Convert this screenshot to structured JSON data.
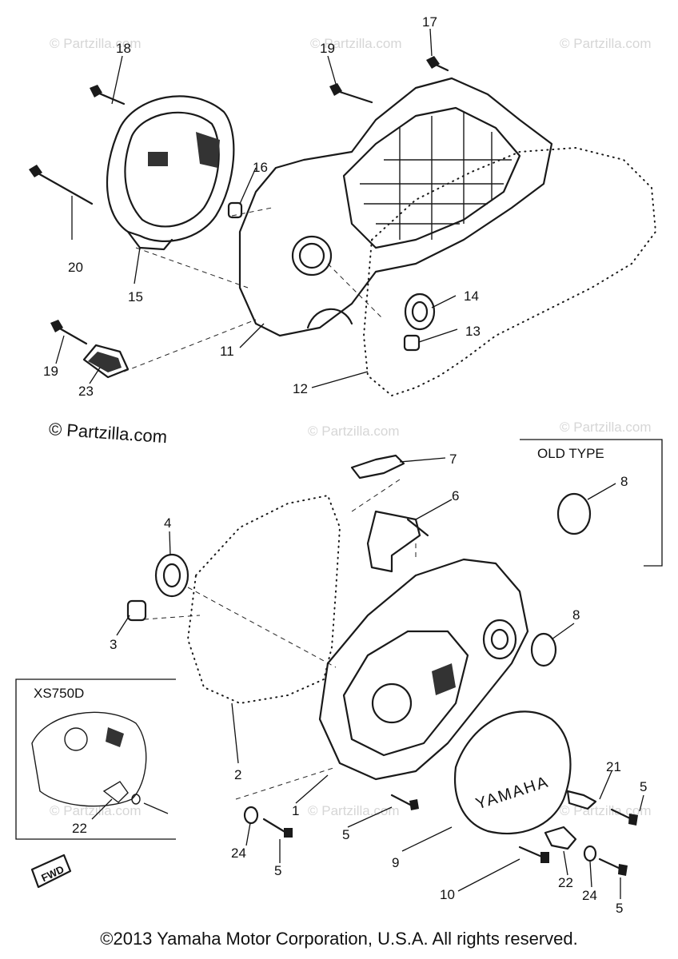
{
  "watermark_text": "© Partzilla.com",
  "partzilla_label": "© Partzilla.com",
  "copyright": "©2013  Yamaha Motor Corporation, U.S.A. All rights reserved.",
  "old_type_box": {
    "title": "OLD TYPE"
  },
  "xs750d_box": {
    "title": "XS750D"
  },
  "fwd_label": "FWD",
  "cover_logo": "YAMAHA",
  "callouts": {
    "n1": "1",
    "n2": "2",
    "n3": "3",
    "n4": "4",
    "n5a": "5",
    "n5b": "5",
    "n5c": "5",
    "n6": "6",
    "n7": "7",
    "n8a": "8",
    "n8b": "8",
    "n9": "9",
    "n10": "10",
    "n11": "11",
    "n12": "12",
    "n13": "13",
    "n14": "14",
    "n15": "15",
    "n16": "16",
    "n17": "17",
    "n18": "18",
    "n19a": "19",
    "n19b": "19",
    "n20": "20",
    "n21": "21",
    "n22a": "22",
    "n22b": "22",
    "n23": "23",
    "n24a": "24",
    "n24b": "24"
  }
}
